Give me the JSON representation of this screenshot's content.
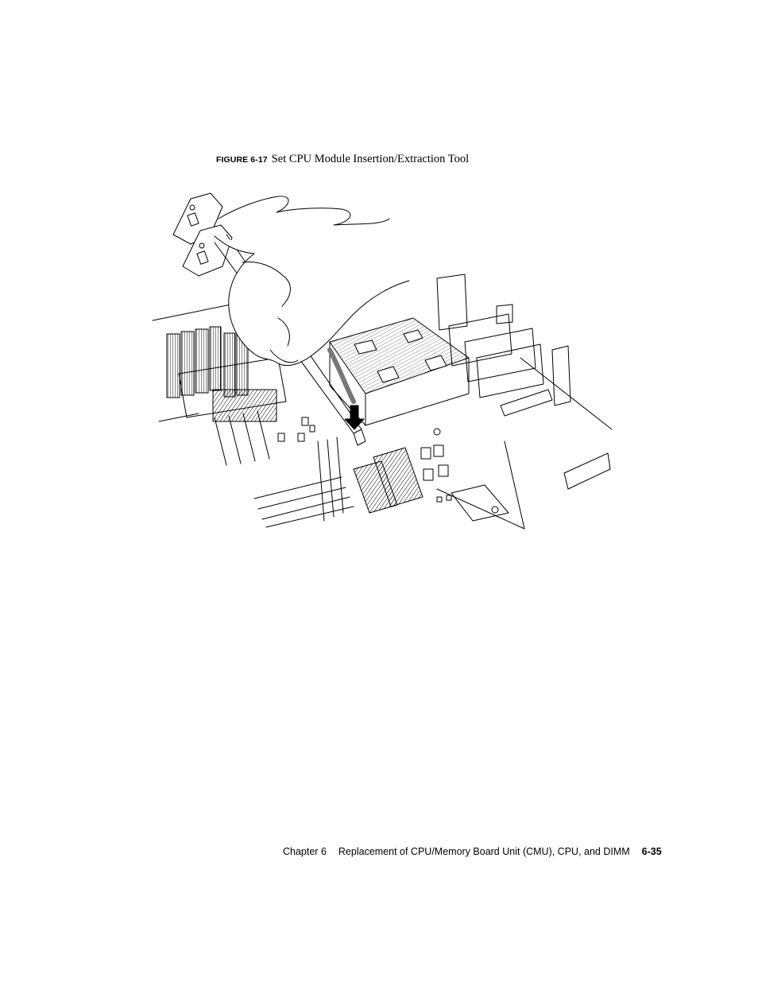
{
  "figure": {
    "label": "FIGURE 6-17",
    "title": "Set CPU Module Insertion/Extraction Tool"
  },
  "footer": {
    "chapter": "Chapter 6",
    "section": "Replacement of CPU/Memory Board Unit (CMU), CPU, and DIMM",
    "page_number": "6-35"
  }
}
